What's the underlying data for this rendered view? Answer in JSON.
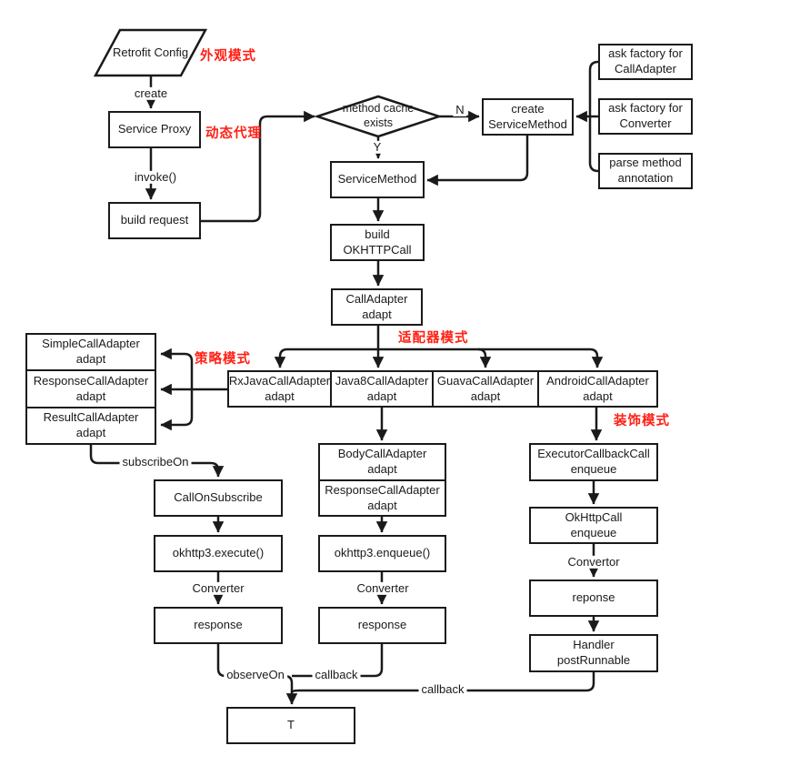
{
  "nodes": {
    "retrofit_config": "Retrofit Config",
    "service_proxy": "Service Proxy",
    "build_request": "build request",
    "method_cache_exists": "method cache\nexists",
    "create_service_method": "create\nServiceMethod",
    "ask_factory_call_adapter": "ask factory for\nCallAdapter",
    "ask_factory_converter": "ask factory for\nConverter",
    "parse_method_annotation": "parse method\nannotation",
    "service_method": "ServiceMethod",
    "build_okhttpcall": "build\nOKHTTPCall",
    "call_adapter_adapt": "CallAdapter\nadapt",
    "rxjava_call_adapter": "RxJavaCallAdapter\nadapt",
    "java8_call_adapter": "Java8CallAdapter\nadapt",
    "guava_call_adapter": "GuavaCallAdapter\nadapt",
    "android_call_adapter": "AndroidCallAdapter\nadapt",
    "simple_call_adapter": "SimpleCallAdapter\nadapt",
    "response_call_adapter_left": "ResponseCallAdapter\nadapt",
    "result_call_adapter": "ResultCallAdapter\nadapt",
    "call_on_subscribe": "CallOnSubscribe",
    "okhttp3_execute": "okhttp3.execute()",
    "response_left": "response",
    "body_call_adapter": "BodyCallAdapter\nadapt",
    "response_call_adapter_mid": "ResponseCallAdapter\nadapt",
    "okhttp3_enqueue": "okhttp3.enqueue()",
    "response_mid": "response",
    "executor_callback_call": "ExecutorCallbackCall\nenqueue",
    "okhttp_call_enqueue": "OkHttpCall\nenqueue",
    "reponse_right": "reponse",
    "handler_post_runnable": "Handler\npostRunnable",
    "t_result": "T"
  },
  "edge_labels": {
    "create": "create",
    "invoke": "invoke()",
    "no": "N",
    "yes": "Y",
    "subscribe_on": "subscribeOn",
    "converter_left": "Converter",
    "converter_mid": "Converter",
    "convertor_right": "Convertor",
    "observe_on": "observeOn",
    "callback_mid": "callback",
    "callback_right": "callback"
  },
  "pattern_labels": {
    "facade": "外观模式",
    "dynamic_proxy": "动态代理",
    "adapter": "适配器模式",
    "strategy": "策略模式",
    "decorator": "装饰模式"
  },
  "colors": {
    "accent_red": "#ff2015",
    "line": "#1a1a1a",
    "background": "#ffffff"
  }
}
